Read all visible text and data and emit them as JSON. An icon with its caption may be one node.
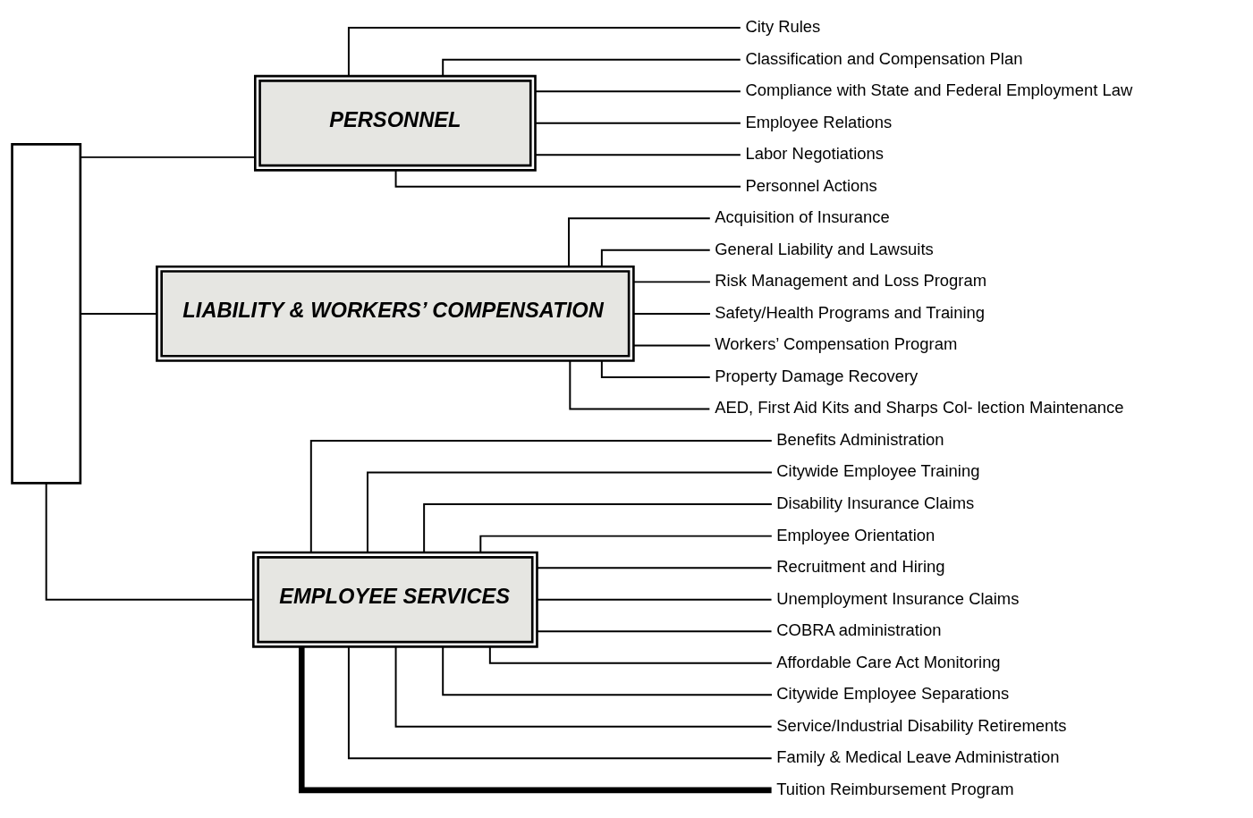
{
  "diagram": {
    "nodes": [
      {
        "text": [],
        "shape": "box"
      },
      {
        "text": [
          "PERSONNEL"
        ]
      },
      {
        "text": [
          "LIABILITY & WORKERS’ COMPENSATION"
        ]
      },
      {
        "text": [
          "EMPLOYEE SERVICES"
        ]
      },
      {
        "text": [
          "City Rules"
        ]
      },
      {
        "text": [
          "Classification and Compensation Plan"
        ]
      },
      {
        "text": [
          "Compliance with State and Federal Employment Law"
        ]
      },
      {
        "text": [
          "Employee Relations"
        ]
      },
      {
        "text": [
          "Labor Negotiations"
        ]
      },
      {
        "text": [
          "Personnel Actions"
        ]
      },
      {
        "text": [
          "Acquisition of Insurance"
        ]
      },
      {
        "text": [
          "General Liability and Lawsuits"
        ]
      },
      {
        "text": [
          "Risk Management and Loss Program"
        ]
      },
      {
        "text": [
          "Safety/Health Programs and Training"
        ]
      },
      {
        "text": [
          "Workers’ Compensation Program"
        ]
      },
      {
        "text": [
          "Property Damage Recovery"
        ]
      },
      {
        "text": [
          "AED, First Aid Kits and Sharps Col- lection Maintenance"
        ]
      },
      {
        "text": [
          "Benefits Administration"
        ]
      },
      {
        "text": [
          "Citywide Employee Training"
        ]
      },
      {
        "text": [
          "Disability Insurance Claims"
        ]
      },
      {
        "text": [
          "Employee Orientation"
        ]
      },
      {
        "text": [
          "Recruitment and Hiring"
        ]
      },
      {
        "text": [
          "Unemployment Insurance Claims"
        ]
      },
      {
        "text": [
          "COBRA administration"
        ]
      },
      {
        "text": [
          "Affordable Care Act Monitoring"
        ]
      },
      {
        "text": [
          "Citywide Employee Separations"
        ]
      },
      {
        "text": [
          "Service/Industrial Disability Retirements"
        ]
      },
      {
        "text": [
          "Family & Medical Leave Administration"
        ]
      },
      {
        "text": [
          "Tuition Reimbursement Program"
        ]
      }
    ],
    "edges": [
      {
        "from": 0,
        "to": 1,
        "arrow": "none"
      },
      {
        "from": 0,
        "to": 2,
        "arrow": "none"
      },
      {
        "from": 0,
        "to": 3,
        "arrow": "none"
      },
      {
        "from": 1,
        "to": 4,
        "arrow": "none"
      },
      {
        "from": 1,
        "to": 5,
        "arrow": "none"
      },
      {
        "from": 1,
        "to": 6,
        "arrow": "none"
      },
      {
        "from": 1,
        "to": 7,
        "arrow": "none"
      },
      {
        "from": 1,
        "to": 8,
        "arrow": "none"
      },
      {
        "from": 1,
        "to": 9,
        "arrow": "none"
      },
      {
        "from": 2,
        "to": 10,
        "arrow": "none"
      },
      {
        "from": 2,
        "to": 11,
        "arrow": "none"
      },
      {
        "from": 2,
        "to": 12,
        "arrow": "none"
      },
      {
        "from": 2,
        "to": 13,
        "arrow": "none"
      },
      {
        "from": 2,
        "to": 14,
        "arrow": "none"
      },
      {
        "from": 2,
        "to": 15,
        "arrow": "none"
      },
      {
        "from": 2,
        "to": 16,
        "arrow": "none"
      },
      {
        "from": 3,
        "to": 17,
        "arrow": "none"
      },
      {
        "from": 3,
        "to": 18,
        "arrow": "none"
      },
      {
        "from": 3,
        "to": 19,
        "arrow": "none"
      },
      {
        "from": 3,
        "to": 20,
        "arrow": "none"
      },
      {
        "from": 3,
        "to": 21,
        "arrow": "none"
      },
      {
        "from": 3,
        "to": 22,
        "arrow": "none"
      },
      {
        "from": 3,
        "to": 23,
        "arrow": "none"
      },
      {
        "from": 3,
        "to": 24,
        "arrow": "none"
      },
      {
        "from": 3,
        "to": 25,
        "arrow": "none"
      },
      {
        "from": 3,
        "to": 26,
        "arrow": "none"
      },
      {
        "from": 3,
        "to": 27,
        "arrow": "none"
      },
      {
        "from": 3,
        "to": 28,
        "arrow": "none",
        "style": "thick"
      }
    ]
  }
}
